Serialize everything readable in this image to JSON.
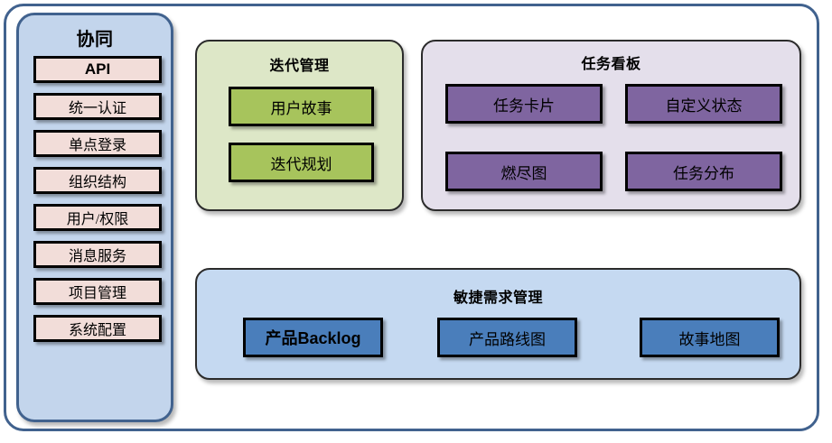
{
  "colors": {
    "frame_border": "#41628e",
    "sidebar_fill": "#c3d5ec",
    "sidebar_item_fill": "#f2ddd9",
    "iteration_panel_fill": "#dde7c7",
    "green_box_fill": "#a7c45c",
    "taskboard_panel_fill": "#e4dfeb",
    "purple_box_fill": "#7f65a0",
    "agile_panel_fill": "#c5d9f1",
    "blue_box_fill": "#4a7ebb",
    "box_border": "#000000"
  },
  "sidebar": {
    "title": "协同",
    "items": [
      {
        "label": "API"
      },
      {
        "label": "统一认证"
      },
      {
        "label": "单点登录"
      },
      {
        "label": "组织结构"
      },
      {
        "label": "用户/权限"
      },
      {
        "label": "消息服务"
      },
      {
        "label": "项目管理"
      },
      {
        "label": "系统配置"
      }
    ]
  },
  "iteration": {
    "title": "迭代管理",
    "items": [
      {
        "label": "用户故事"
      },
      {
        "label": "迭代规划"
      }
    ]
  },
  "taskboard": {
    "title": "任务看板",
    "items": [
      {
        "label": "任务卡片"
      },
      {
        "label": "自定义状态"
      },
      {
        "label": "燃尽图"
      },
      {
        "label": "任务分布"
      }
    ]
  },
  "agile": {
    "title": "敏捷需求管理",
    "items": [
      {
        "label": "产品Backlog"
      },
      {
        "label": "产品路线图"
      },
      {
        "label": "故事地图"
      }
    ]
  }
}
